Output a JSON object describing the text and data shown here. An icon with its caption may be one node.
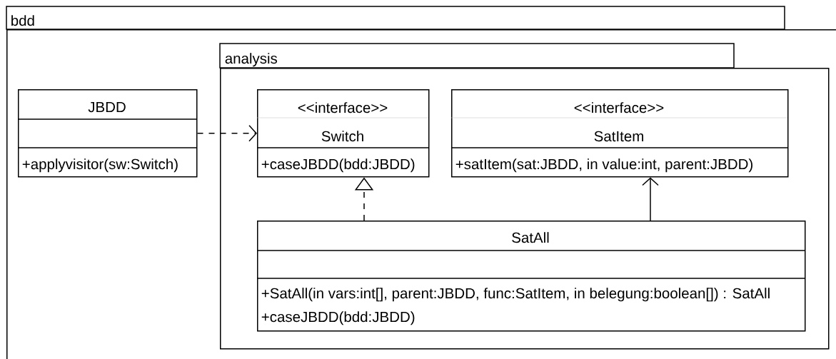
{
  "diagram": {
    "nodes": [
      {
        "text": [
          "bdd"
        ]
      },
      {
        "text": [
          "JBDD",
          "+applyvisitor(sw:Switch)"
        ],
        "in": 0
      },
      {
        "text": [
          "analysis"
        ],
        "in": 0
      },
      {
        "text": [
          "<<interface>>",
          "Switch",
          "+caseJBDD(bdd:JBDD)"
        ],
        "in": 2
      },
      {
        "text": [
          "<<interface>>",
          "SatItem",
          "+satItem(sat:JBDD, in value:int, parent:JBDD)"
        ],
        "in": 2
      },
      {
        "text": [
          "SatAll",
          "+SatAll(in vars:int[], parent:JBDD, func:SatItem, in belegung:boolean[]) : SatAll",
          "+caseJBDD(bdd:JBDD)"
        ],
        "in": 2
      }
    ],
    "edges": [
      {
        "from": 1,
        "to": 3,
        "arrow": "to",
        "style": "dashed"
      },
      {
        "from": 5,
        "to": 3,
        "arrow": "to",
        "style": "dashed"
      },
      {
        "from": 5,
        "to": 4,
        "arrow": "to"
      }
    ]
  }
}
